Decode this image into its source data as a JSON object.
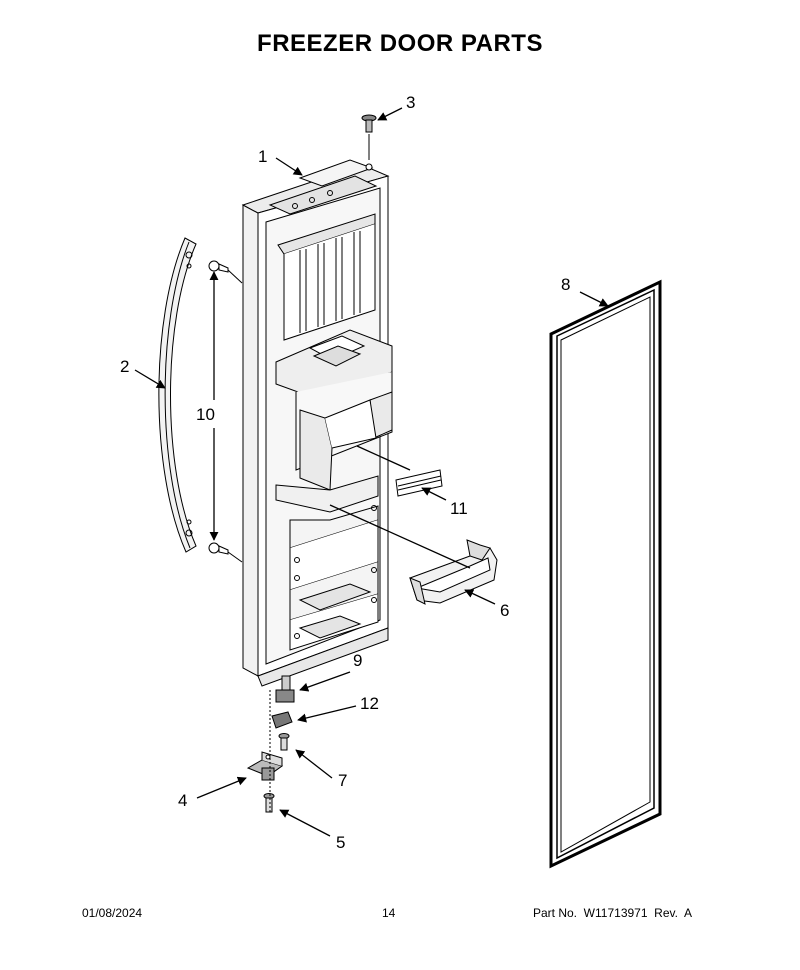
{
  "title": "FREEZER DOOR PARTS",
  "callouts": [
    "1",
    "2",
    "3",
    "4",
    "5",
    "6",
    "7",
    "8",
    "9",
    "10",
    "11",
    "12"
  ],
  "footer": {
    "date": "01/08/2024",
    "page": "14",
    "part_number": "Part No.  W11713971  Rev.  A"
  }
}
